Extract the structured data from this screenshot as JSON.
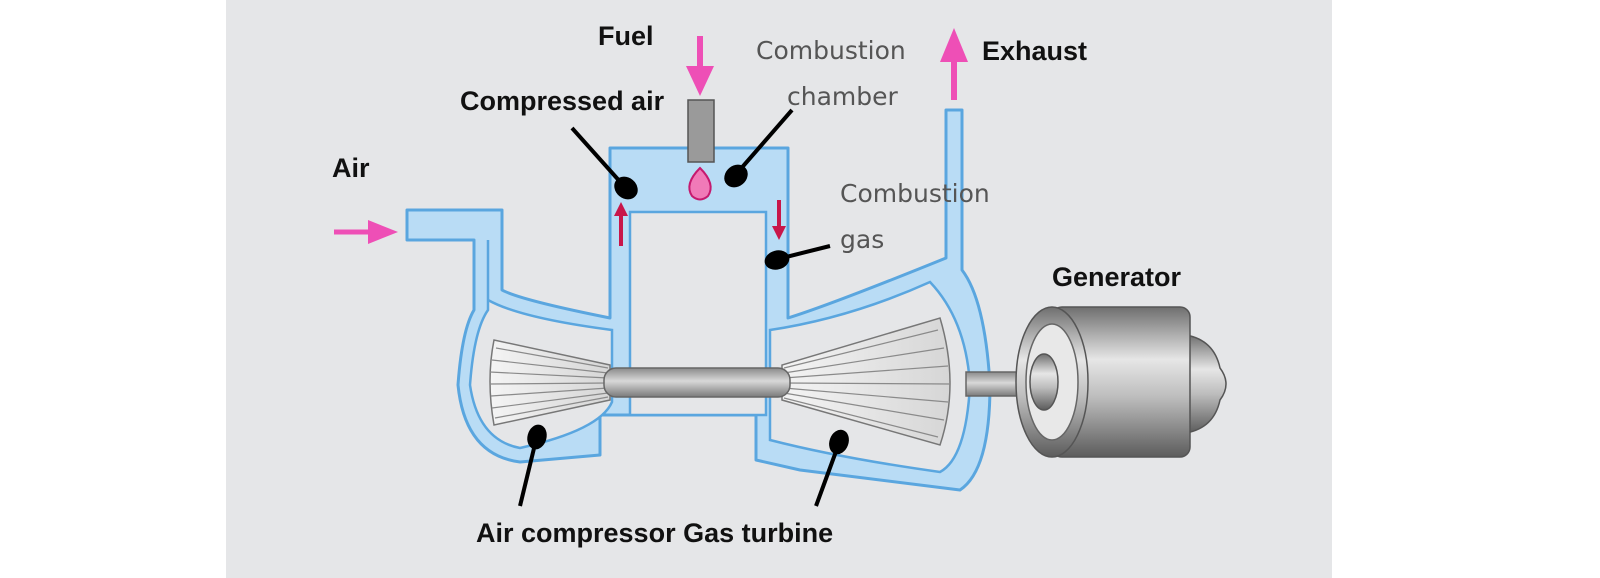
{
  "labels": {
    "fuel": "Fuel",
    "compressed_air": "Compressed  air",
    "combustion_chamber_line1": "Combustion",
    "combustion_chamber_line2": "chamber",
    "exhaust": "Exhaust",
    "air": "Air",
    "combustion_gas_line1": "Combustion",
    "combustion_gas_line2": "gas",
    "generator": "Generator",
    "bottom_caption": "Air compressor Gas turbine"
  },
  "colors": {
    "background": "#e5e6e8",
    "duct_fill": "#b9dcf5",
    "duct_stroke": "#5aa6df",
    "flow_arrow": "#ee4fb6",
    "internal_arrow": "#c8164a",
    "pointer": "#000000"
  }
}
